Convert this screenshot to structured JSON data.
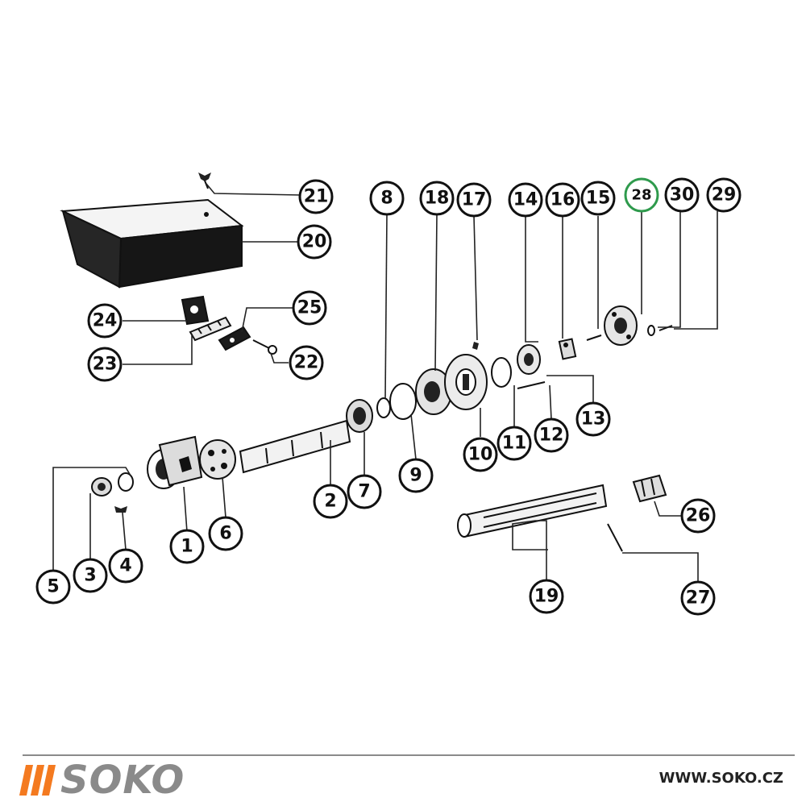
{
  "diagram": {
    "highlight_color": "#2e9a4c",
    "callouts": [
      {
        "id": "c1",
        "label": "1"
      },
      {
        "id": "c2",
        "label": "2"
      },
      {
        "id": "c3",
        "label": "3"
      },
      {
        "id": "c4",
        "label": "4"
      },
      {
        "id": "c5",
        "label": "5"
      },
      {
        "id": "c6",
        "label": "6"
      },
      {
        "id": "c7",
        "label": "7"
      },
      {
        "id": "c8",
        "label": "8"
      },
      {
        "id": "c9",
        "label": "9"
      },
      {
        "id": "c10",
        "label": "10"
      },
      {
        "id": "c11",
        "label": "11"
      },
      {
        "id": "c12",
        "label": "12"
      },
      {
        "id": "c13",
        "label": "13"
      },
      {
        "id": "c14",
        "label": "14"
      },
      {
        "id": "c15",
        "label": "15"
      },
      {
        "id": "c16",
        "label": "16"
      },
      {
        "id": "c17",
        "label": "17"
      },
      {
        "id": "c18",
        "label": "18"
      },
      {
        "id": "c19",
        "label": "19"
      },
      {
        "id": "c20",
        "label": "20"
      },
      {
        "id": "c21",
        "label": "21"
      },
      {
        "id": "c22",
        "label": "22"
      },
      {
        "id": "c23",
        "label": "23"
      },
      {
        "id": "c24",
        "label": "24"
      },
      {
        "id": "c25",
        "label": "25"
      },
      {
        "id": "c26",
        "label": "26"
      },
      {
        "id": "c27",
        "label": "27"
      },
      {
        "id": "c28",
        "label": "28",
        "highlighted": true
      },
      {
        "id": "c29",
        "label": "29"
      },
      {
        "id": "c30",
        "label": "30"
      }
    ]
  },
  "footer": {
    "logo_text": "SOKO",
    "logo_color": "#8a8a8a",
    "logo_mark_color": "#f47a20",
    "website": "WWW.SOKO.CZ"
  }
}
